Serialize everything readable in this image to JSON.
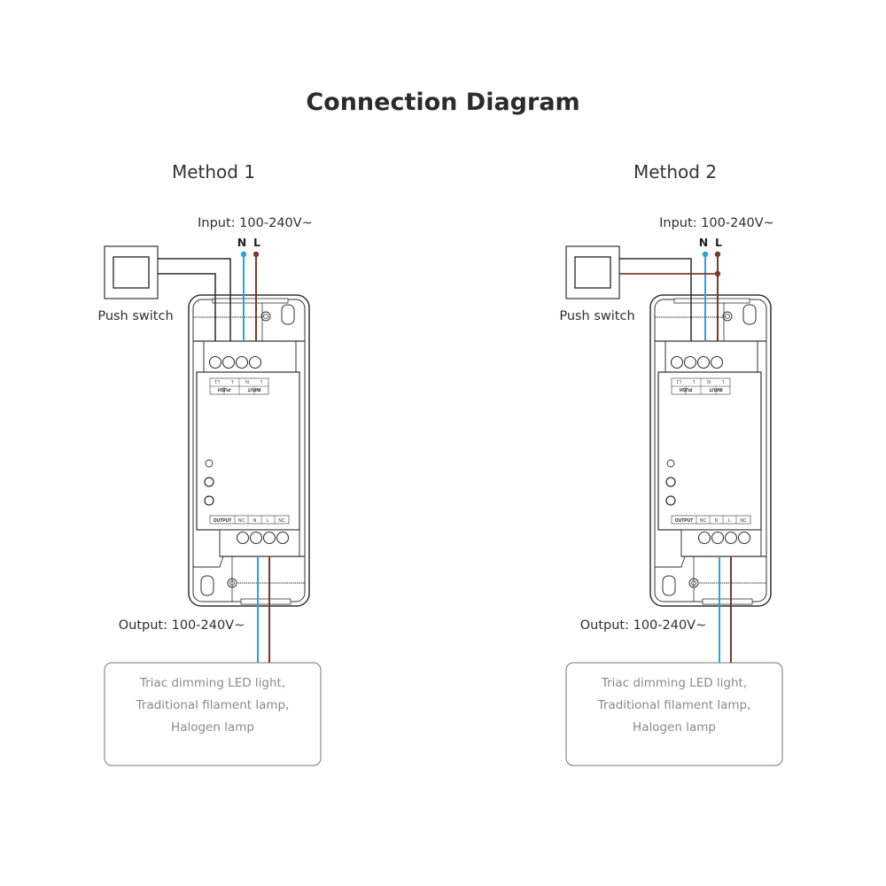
{
  "title": "Connection Diagram",
  "colors": {
    "neutral_wire": "#2aa4de",
    "live_wire": "#7b3a27",
    "switch_wire": "#2a2a2a",
    "outline": "#333333",
    "load_text": "#8a8a8a"
  },
  "methods": [
    {
      "heading": "Method 1",
      "input_label": "Input: 100-240V~",
      "n_label": "N",
      "l_label": "L",
      "switch_label": "Push switch",
      "switch_wiring": "both switch wires to PUSH terminals",
      "output_label": "Output: 100-240V~",
      "input_block": {
        "terminals": [
          "L1",
          "L",
          "N",
          "L"
        ],
        "groups": [
          "PUSH",
          "INPUT"
        ]
      },
      "output_block": {
        "group": "OUTPUT",
        "terminals": [
          "NC",
          "N",
          "L",
          "NC"
        ]
      },
      "load_lines": [
        "Triac dimming LED light,",
        "Traditional filament lamp,",
        "Halogen lamp"
      ]
    },
    {
      "heading": "Method 2",
      "input_label": "Input: 100-240V~",
      "n_label": "N",
      "l_label": "L",
      "switch_label": "Push switch",
      "switch_wiring": "one switch wire to PUSH terminal, other joined to L",
      "output_label": "Output: 100-240V~",
      "input_block": {
        "terminals": [
          "L1",
          "L",
          "N",
          "L"
        ],
        "groups": [
          "PUSH",
          "INPUT"
        ]
      },
      "output_block": {
        "group": "OUTPUT",
        "terminals": [
          "NC",
          "N",
          "L",
          "NC"
        ]
      },
      "load_lines": [
        "Triac dimming LED light,",
        "Traditional filament lamp,",
        "Halogen lamp"
      ]
    }
  ]
}
